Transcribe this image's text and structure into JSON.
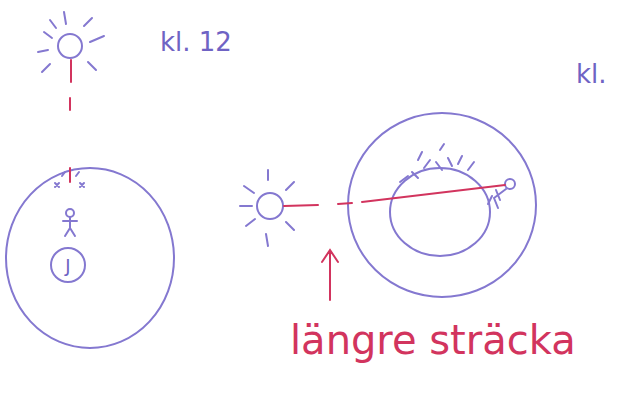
{
  "diagram": {
    "nodes": [
      {
        "text": [
          "J"
        ]
      }
    ],
    "labels": [
      "kl. 12",
      "kl.",
      "längre sträcka"
    ]
  }
}
